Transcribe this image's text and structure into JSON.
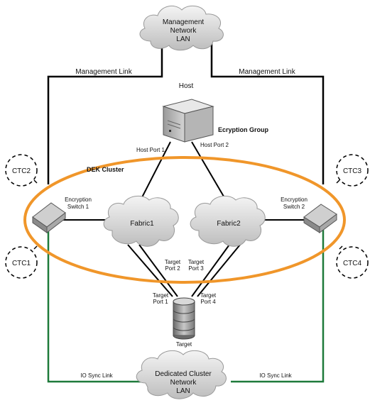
{
  "clouds": {
    "management": [
      "Management",
      "Network",
      "LAN"
    ],
    "dedicated": [
      "Dedicated Cluster",
      "Network",
      "LAN"
    ],
    "fabric1": "Fabric1",
    "fabric2": "Fabric2"
  },
  "links": {
    "management_left": "Management Link",
    "management_right": "Management Link",
    "io_sync_left": "IO Sync Link",
    "io_sync_right": "IO Sync Link"
  },
  "host": {
    "label": "Host",
    "port1": "Host Port 1",
    "port2": "Host Port 2",
    "group": "Ecryption Group"
  },
  "cluster_label": "DEK Cluster",
  "switches": {
    "switch1": [
      "Encryption",
      "Switch 1"
    ],
    "switch2": [
      "Encryption",
      "Switch 2"
    ]
  },
  "ctc": [
    "CTC1",
    "CTC2",
    "CTC3",
    "CTC4"
  ],
  "target": {
    "label": "Target",
    "port1": [
      "Target",
      "Port 1"
    ],
    "port2": [
      "Target",
      "Port 2"
    ],
    "port3": [
      "Target",
      "Port 3"
    ],
    "port4": [
      "Target",
      "Port 4"
    ]
  },
  "colors": {
    "cluster_ring": "#f0962a",
    "io_sync_line": "#1e7a3a",
    "line": "#000000"
  }
}
